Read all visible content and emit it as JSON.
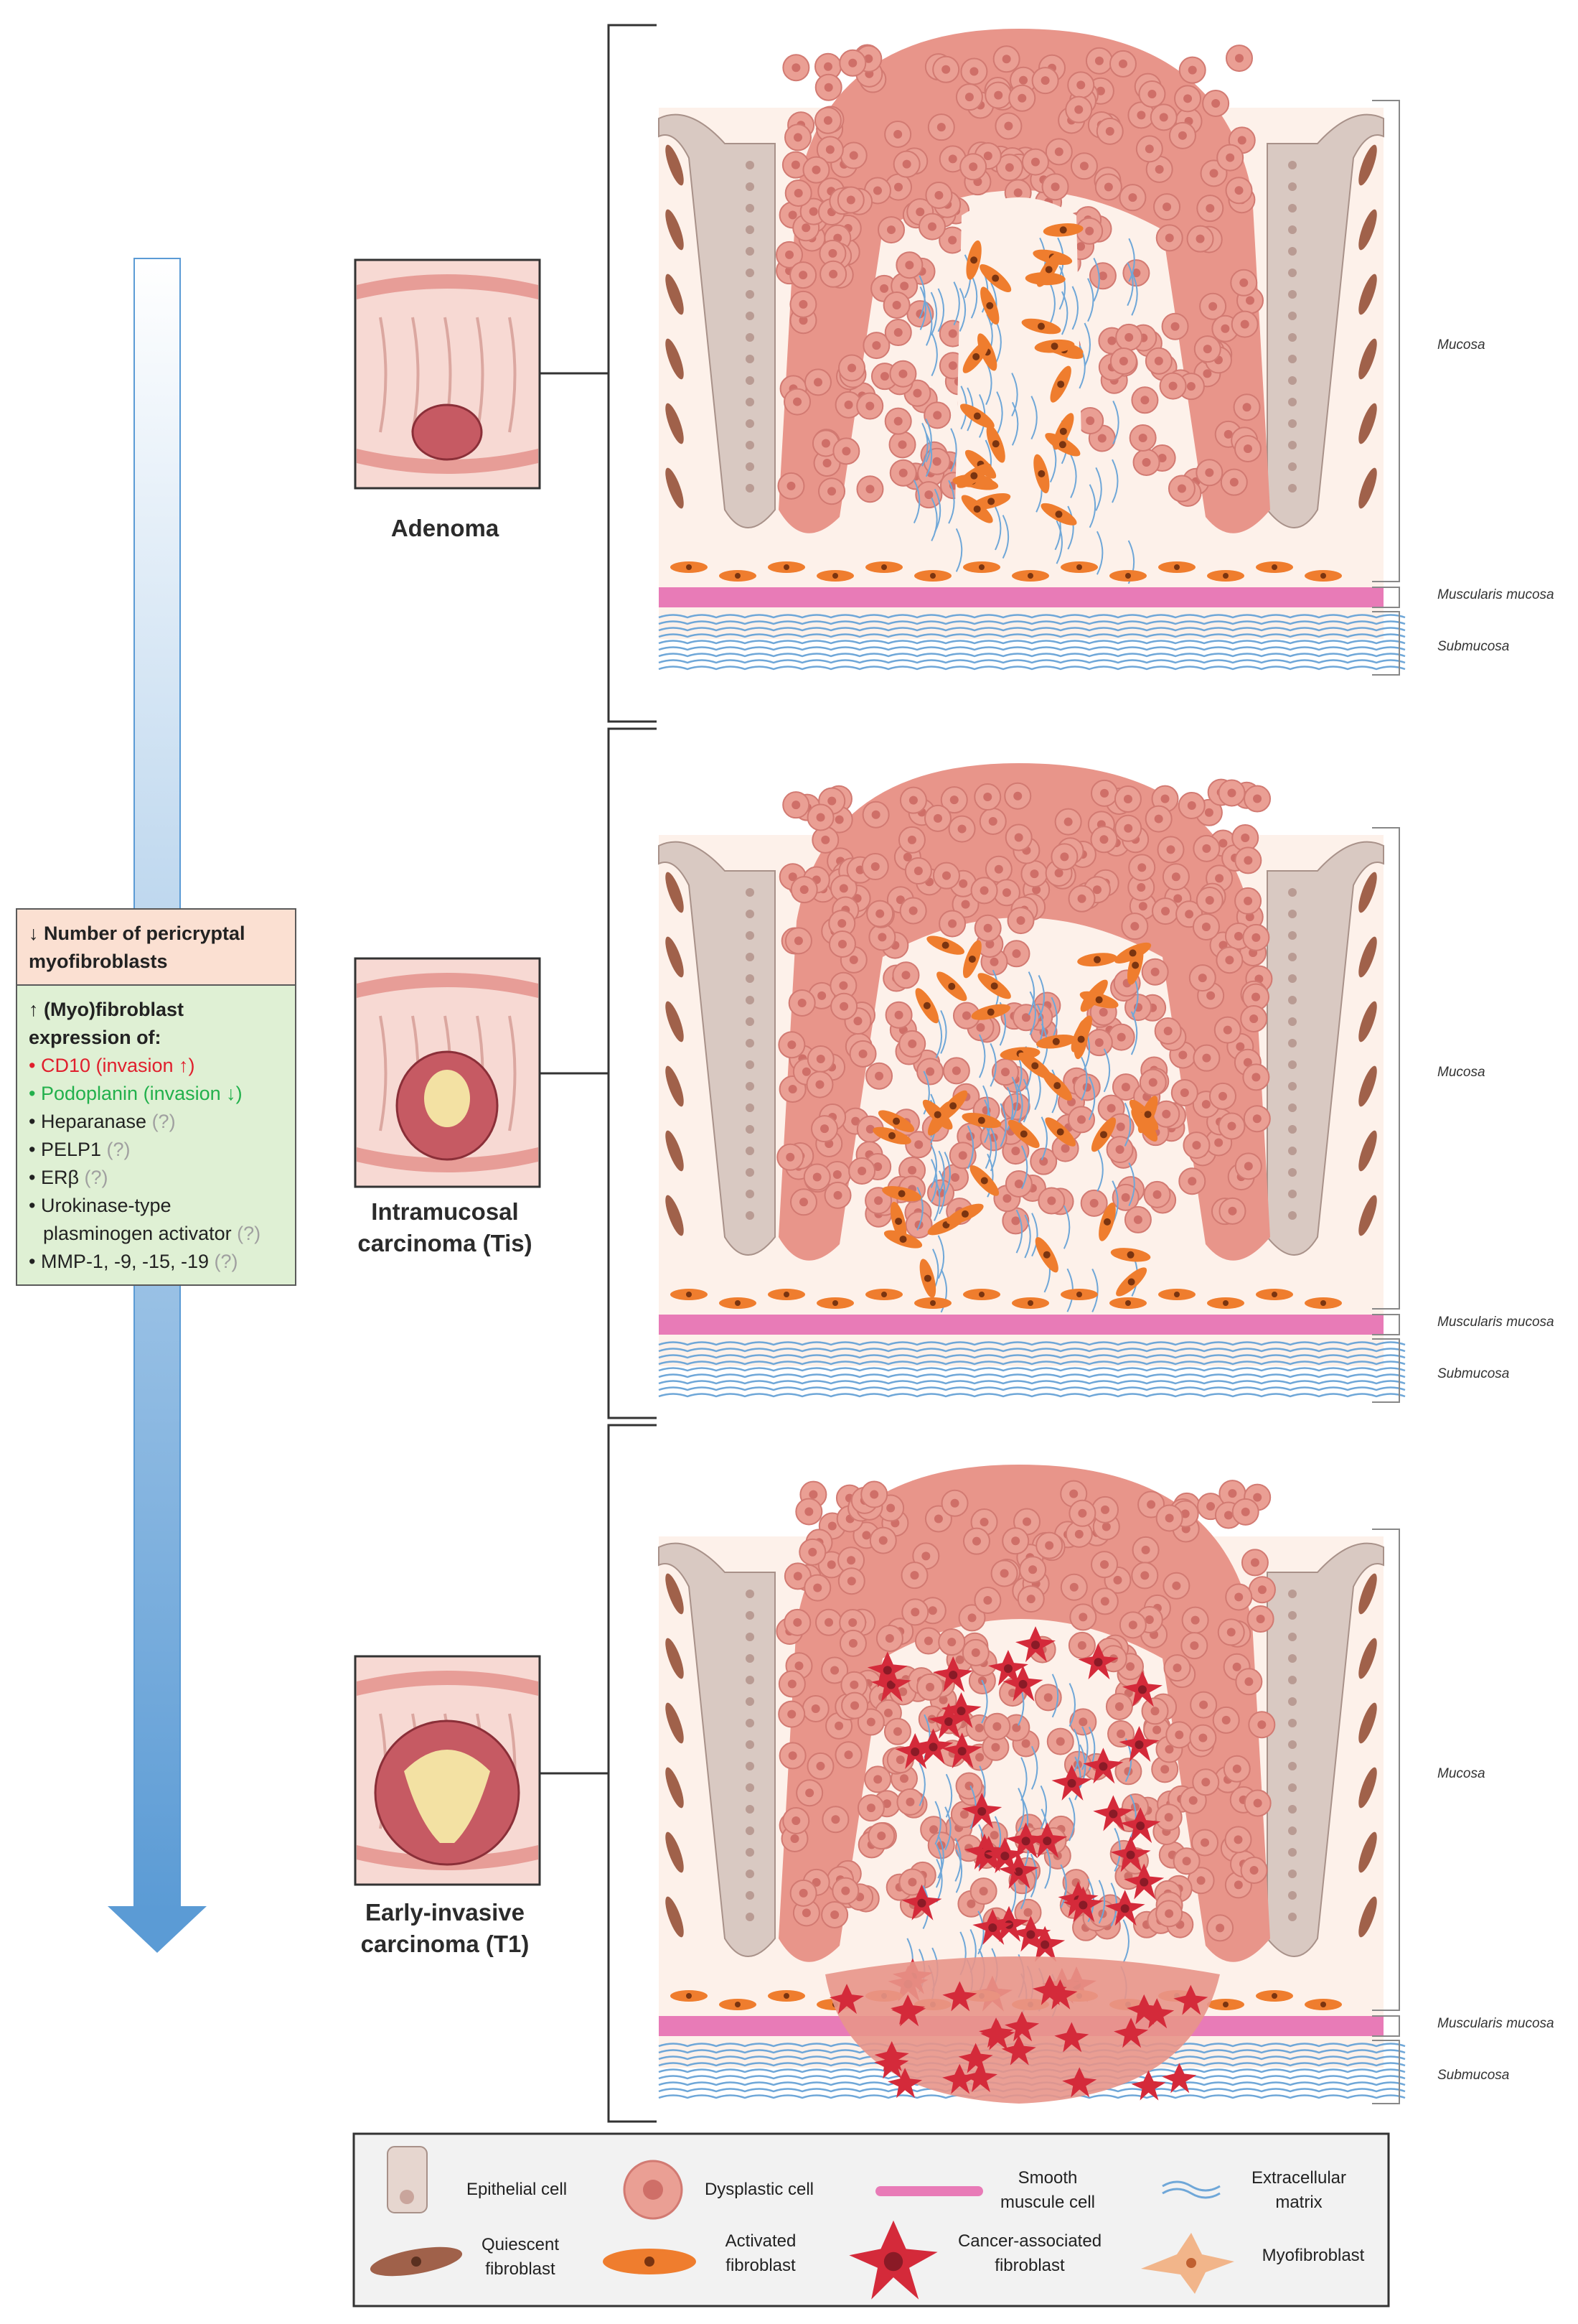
{
  "side_box": {
    "header": "↓ Number of pericryptal myofibroblasts",
    "lead": "↑ (Myo)fibroblast expression of:",
    "items": [
      {
        "text": "CD10 (invasion ↑)",
        "q": "",
        "color": "#e01f2d"
      },
      {
        "text": "Podoplanin (invasion ↓)",
        "q": "",
        "color": "#22b04c"
      },
      {
        "text": "Heparanase",
        "q": "(?)",
        "color": "#222222"
      },
      {
        "text": "PELP1",
        "q": "(?)",
        "color": "#222222"
      },
      {
        "text": "ERβ",
        "q": "(?)",
        "color": "#222222"
      },
      {
        "text": "Urokinase-type plasminogen activator",
        "q": "(?)",
        "color": "#222222"
      },
      {
        "text": "MMP-1, -9, -15, -19",
        "q": "(?)",
        "color": "#222222"
      }
    ]
  },
  "stages": [
    {
      "label_line1": "Adenoma",
      "label_line2": ""
    },
    {
      "label_line1": "Intramucosal",
      "label_line2": "carcinoma (Tis)"
    },
    {
      "label_line1": "Early-invasive",
      "label_line2": "carcinoma (T1)"
    }
  ],
  "layers": {
    "mucosa": "Mucosa",
    "muscularis": "Muscularis mucosa",
    "submucosa": "Submucosa"
  },
  "legend": {
    "epithelial": "Epithelial cell",
    "dysplastic": "Dysplastic cell",
    "smooth_1": "Smooth",
    "smooth_2": "muscule cell",
    "ecm_1": "Extracellular",
    "ecm_2": "matrix",
    "quiescent_1": "Quiescent",
    "quiescent_2": "fibroblast",
    "activated_1": "Activated",
    "activated_2": "fibroblast",
    "caf_1": "Cancer-associated",
    "caf_2": "fibroblast",
    "myofibroblast": "Myofibroblast"
  },
  "colors": {
    "arrow_top": "#ffffff",
    "arrow_bottom": "#5b9bd5",
    "dysplastic": "#e8958a",
    "epithelium": "#d9c9c2",
    "lamina": "#fdf1ea",
    "activated": "#ef7d2e",
    "caf": "#d42a3a",
    "quiescent": "#a0614a",
    "myofibroblast": "#f2b58a",
    "muscularis": "#e87bb7",
    "ecm": "#6fa7d8",
    "box_header": "#fbe0d2",
    "box_body": "#dff0d4"
  }
}
